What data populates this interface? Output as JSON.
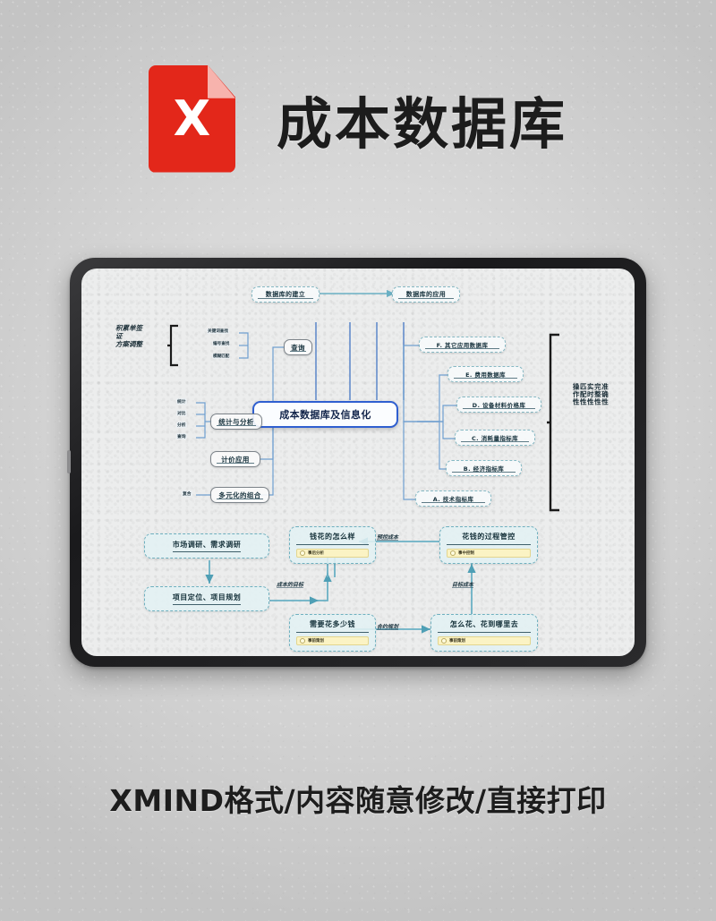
{
  "poster": {
    "title": "成本数据库",
    "logo_glyph": "X",
    "footer": "XMIND格式/内容随意修改/直接打印",
    "accent_red": "#e3271a",
    "node_border": "#86b9c4",
    "central_border": "#2f5fd0"
  },
  "mindmap": {
    "central": "成本数据库及信息化",
    "top_flow": {
      "from": "数据库的建立",
      "to": "数据库的应用"
    },
    "right_branches": [
      {
        "label": "F. 其它应用数据库"
      },
      {
        "label": "E. 费用数据库"
      },
      {
        "label": "D. 设备材料价格库"
      },
      {
        "label": "C. 消耗量指标库"
      },
      {
        "label": "B. 经济指标库"
      },
      {
        "label": "A. 技术指标库"
      }
    ],
    "right_note": "准确性\n完整性\n实时性\n匹配性\n操作性",
    "left_branches": [
      {
        "label": "查询",
        "subs": [
          "关键词查找",
          "编号查找",
          "模糊匹配"
        ]
      },
      {
        "label": "统计与分析",
        "subs": [
          "统计",
          "对比",
          "分析",
          "查询"
        ]
      },
      {
        "label": "计价应用",
        "subs": []
      },
      {
        "label": "多元化的组合",
        "subs": [
          "复合"
        ]
      }
    ],
    "left_note": "积累单签\n证\n方案调整"
  },
  "flow": {
    "left_chain": [
      {
        "label": "市场调研、需求调研"
      },
      {
        "label": "项目定位、项目规划"
      }
    ],
    "cards": [
      {
        "title": "钱花的怎么样",
        "tag": "事后分析"
      },
      {
        "title": "花钱的过程管控",
        "tag": "事中控制"
      },
      {
        "title": "需要花多少钱",
        "tag": "事前策划"
      },
      {
        "title": "怎么花、花到哪里去",
        "tag": "事前策划"
      }
    ],
    "edge_labels": {
      "to_need": "成本的目标",
      "need_to_where": "合约规划",
      "where_to_control": "目标成本",
      "control_to_result": "预控成本"
    }
  }
}
